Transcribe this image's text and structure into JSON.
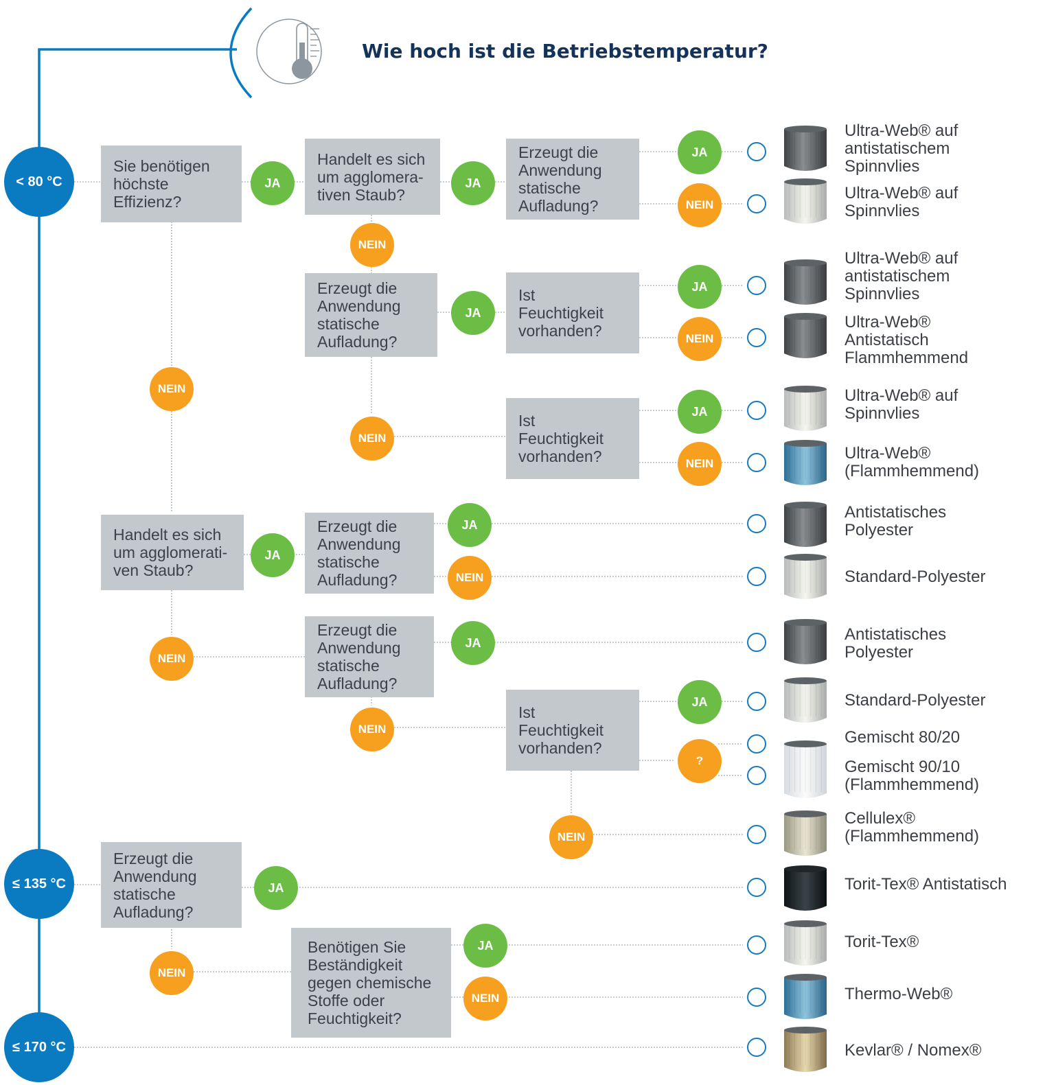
{
  "title": "Wie hoch ist die Betriebstemperatur?",
  "temperatures": [
    "< 80 °C",
    "≤ 135 °C",
    "≤ 170 °C"
  ],
  "answers": {
    "yes": "JA",
    "no": "NEIN",
    "unknown": "?"
  },
  "questions": {
    "q1": "Sie benötigen\nhöchste\nEffizienz?",
    "q2": "Handelt es sich\num agglomera-\ntiven Staub?",
    "q3": "Erzeugt die\nAnwendung\nstatische\nAufladung?",
    "q4": "Erzeugt die\nAnwendung\nstatische\nAufladung?",
    "q5": "Ist\nFeuchtigkeit\nvorhanden?",
    "q6": "Ist\nFeuchtigkeit\nvorhanden?",
    "q7": "Handelt es sich\num agglomerati-\nven Staub?",
    "q8": "Erzeugt die\nAnwendung\nstatische\nAufladung?",
    "q9": "Erzeugt die\nAnwendung\nstatische\nAufladung?",
    "q10": "Ist\nFeuchtigkeit\nvorhanden?",
    "q11": "Erzeugt die\nAnwendung\nstatische\nAufladung?",
    "q12": "Benötigen Sie\nBeständigkeit\ngegen chemische\nStoffe oder\nFeuchtigkeit?"
  },
  "results": [
    {
      "label": "Ultra-Web® auf\nantistatischem\nSpinnvlies",
      "filter": "dark-grey"
    },
    {
      "label": "Ultra-Web® auf\nSpinnvlies",
      "filter": "light"
    },
    {
      "label": "Ultra-Web® auf\nantistatischem\nSpinnvlies",
      "filter": "dark-grey"
    },
    {
      "label": "Ultra-Web®\nAntistatisch\nFlammhemmend",
      "filter": "dark-grey"
    },
    {
      "label": "Ultra-Web® auf\nSpinnvlies",
      "filter": "light"
    },
    {
      "label": "Ultra-Web®\n(Flammhemmend)",
      "filter": "blue"
    },
    {
      "label": "Antistatisches\nPolyester",
      "filter": "dark-grey"
    },
    {
      "label": "Standard-Polyester",
      "filter": "light"
    },
    {
      "label": "Antistatisches\nPolyester",
      "filter": "dark-grey"
    },
    {
      "label": "Standard-Polyester",
      "filter": "light"
    },
    {
      "label": "Gemischt 80/20",
      "filter": "white"
    },
    {
      "label": "Gemischt 90/10\n(Flammhemmend)",
      "filter": "white"
    },
    {
      "label": "Cellulex®\n(Flammhemmend)",
      "filter": "beige"
    },
    {
      "label": "Torit-Tex® Antistatisch",
      "filter": "black"
    },
    {
      "label": "Torit-Tex®",
      "filter": "light"
    },
    {
      "label": "Thermo-Web®",
      "filter": "blue"
    },
    {
      "label": "Kevlar® / Nomex®",
      "filter": "gold"
    }
  ],
  "colors": {
    "blue": "#0a7bc1",
    "green": "#6cbd45",
    "orange": "#f7a01f",
    "box": "#c3c8cc",
    "title": "#13335a"
  }
}
